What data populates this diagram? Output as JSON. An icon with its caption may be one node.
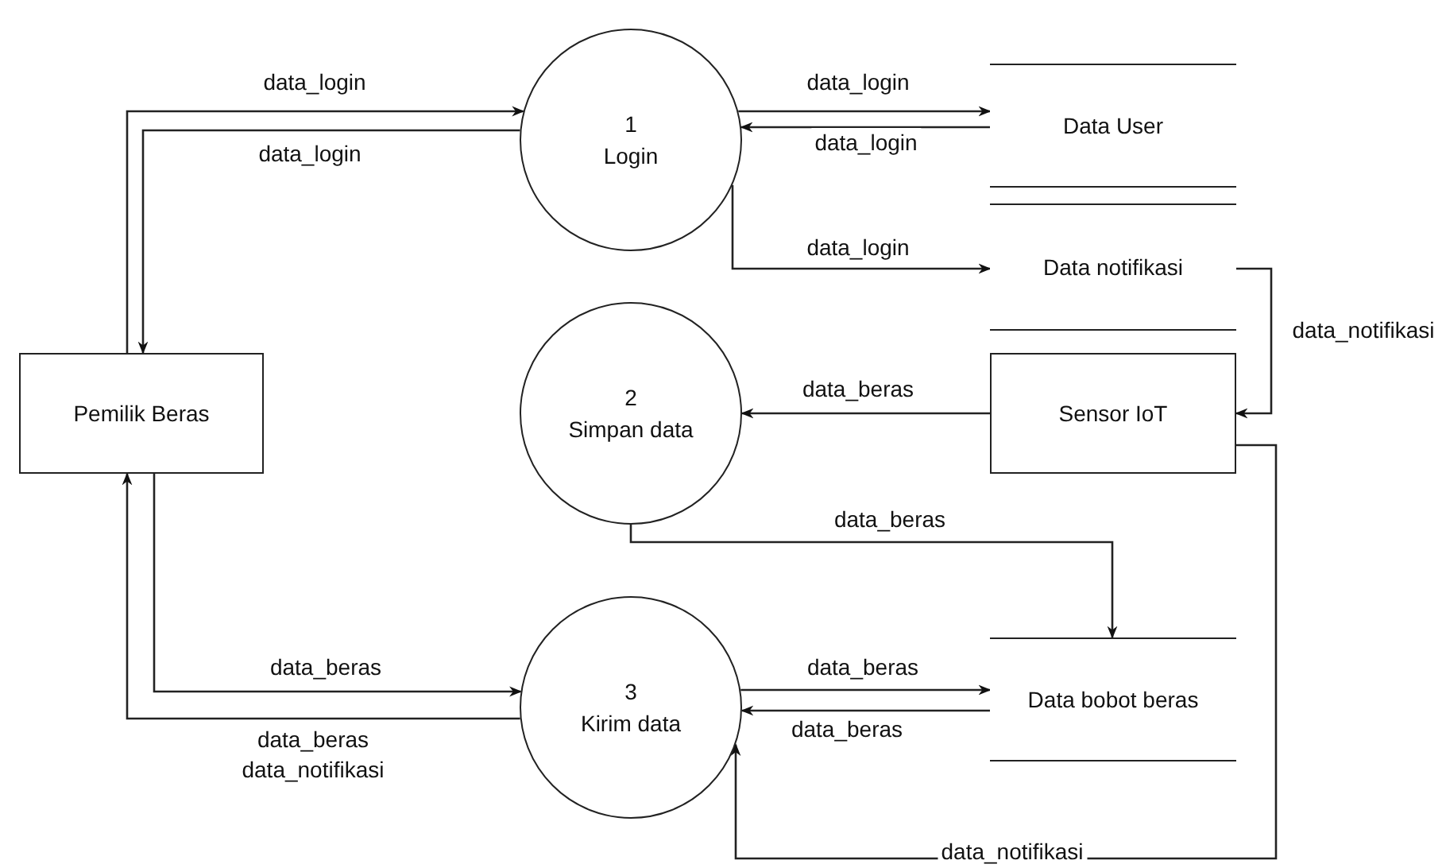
{
  "diagram": {
    "nodes": [
      {
        "text": [
          "Pemilik Beras"
        ]
      },
      {
        "text": [
          "1",
          "Login"
        ]
      },
      {
        "text": [
          "Data User"
        ]
      },
      {
        "text": [
          "Data notifikasi"
        ]
      },
      {
        "text": [
          "Sensor IoT"
        ]
      },
      {
        "text": [
          "2",
          "Simpan data"
        ]
      },
      {
        "text": [
          "3",
          "Kirim data"
        ]
      },
      {
        "text": [
          "Data bobot beras"
        ]
      }
    ],
    "edges": [
      {
        "from": 0,
        "to": 1,
        "arrow": "to",
        "label": "data_login"
      },
      {
        "from": 1,
        "to": 0,
        "arrow": "to",
        "label": "data_login"
      },
      {
        "from": 1,
        "to": 2,
        "arrow": "to",
        "label": "data_login"
      },
      {
        "from": 2,
        "to": 1,
        "arrow": "to",
        "label": "data_login"
      },
      {
        "from": 1,
        "to": 3,
        "arrow": "to",
        "label": "data_login"
      },
      {
        "from": 3,
        "to": 4,
        "arrow": "to",
        "label": "data_notifikasi"
      },
      {
        "from": 4,
        "to": 5,
        "arrow": "to",
        "label": "data_beras"
      },
      {
        "from": 5,
        "to": 7,
        "arrow": "to",
        "label": "data_beras"
      },
      {
        "from": 0,
        "to": 6,
        "arrow": "to",
        "label": "data_beras"
      },
      {
        "from": 6,
        "to": 0,
        "arrow": "to",
        "label": "data_beras data_notifikasi"
      },
      {
        "from": 6,
        "to": 7,
        "arrow": "to",
        "label": "data_beras"
      },
      {
        "from": 7,
        "to": 6,
        "arrow": "to",
        "label": "data_beras"
      },
      {
        "from": 4,
        "to": 6,
        "arrow": "to",
        "label": "data_notifikasi"
      }
    ]
  }
}
